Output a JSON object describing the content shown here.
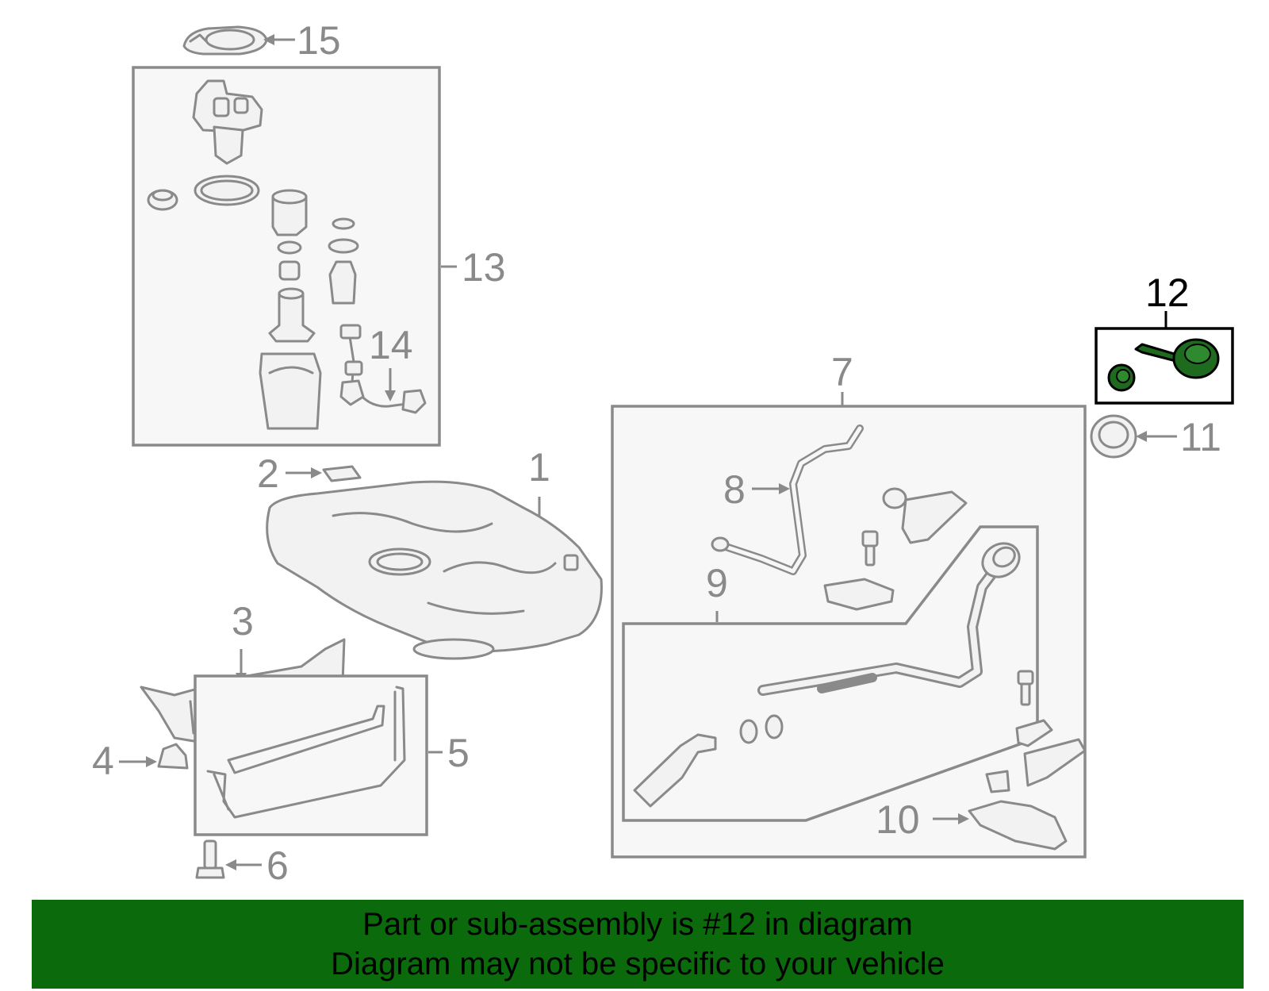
{
  "diagram": {
    "highlight_color": "#0b6a0b",
    "callouts": [
      "1",
      "2",
      "3",
      "4",
      "5",
      "6",
      "7",
      "8",
      "9",
      "10",
      "11",
      "12",
      "13",
      "14",
      "15"
    ],
    "highlighted_callout": "12"
  },
  "banner": {
    "line1": "Part or sub-assembly is #12 in diagram",
    "line2": "Diagram may not be specific to your vehicle"
  }
}
